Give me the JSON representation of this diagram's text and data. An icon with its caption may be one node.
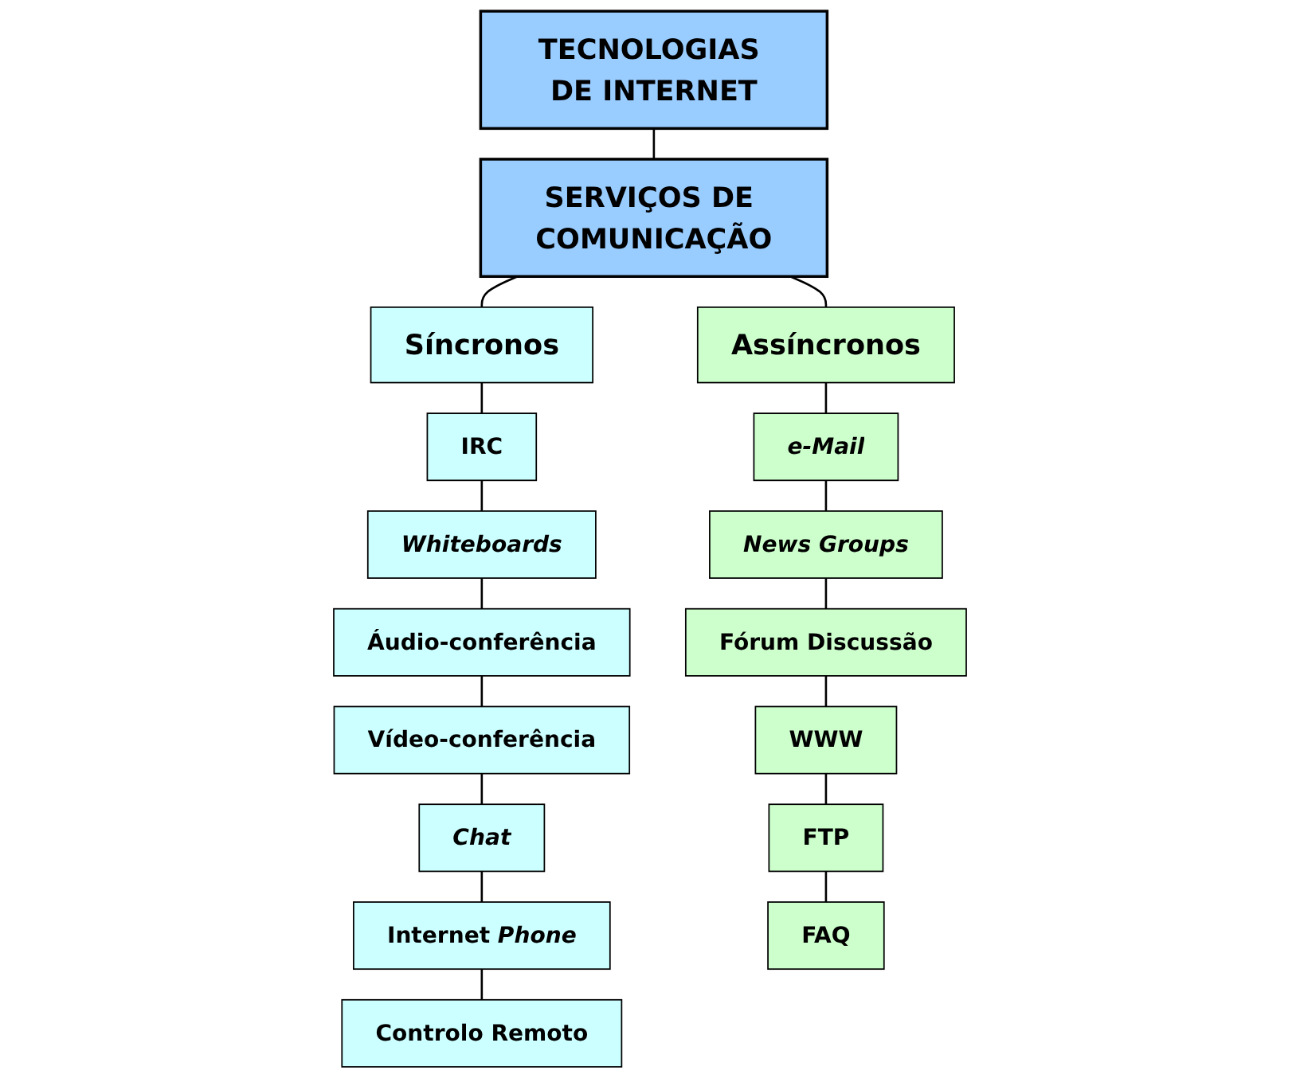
{
  "diagram": {
    "nodes": [
      {
        "text": [
          "TECNOLOGIAS DE INTERNET"
        ]
      },
      {
        "text": [
          "SERVIÇOS DE COMUNICAÇÃO"
        ]
      },
      {
        "text": [
          "Síncronos"
        ]
      },
      {
        "text": [
          "Assíncronos"
        ]
      },
      {
        "text": [
          "IRC"
        ]
      },
      {
        "text": [
          "Whiteboards"
        ]
      },
      {
        "text": [
          "Áudio-conferência"
        ]
      },
      {
        "text": [
          "Vídeo-conferência"
        ]
      },
      {
        "text": [
          "Chat"
        ]
      },
      {
        "text": [
          "Internet *Phone*"
        ]
      },
      {
        "text": [
          "Controlo Remoto"
        ]
      },
      {
        "text": [
          "e-Mail"
        ]
      },
      {
        "text": [
          "News Groups"
        ]
      },
      {
        "text": [
          "Fórum Discussão"
        ]
      },
      {
        "text": [
          "WWW"
        ]
      },
      {
        "text": [
          "FTP"
        ]
      },
      {
        "text": [
          "FAQ"
        ]
      }
    ],
    "edges": [
      {
        "from": 0,
        "to": 1,
        "arrow": "none"
      },
      {
        "from": 1,
        "to": 2,
        "arrow": "none"
      },
      {
        "from": 1,
        "to": 3,
        "arrow": "none"
      },
      {
        "from": 2,
        "to": 4,
        "arrow": "none"
      },
      {
        "from": 4,
        "to": 5,
        "arrow": "none"
      },
      {
        "from": 5,
        "to": 6,
        "arrow": "none"
      },
      {
        "from": 6,
        "to": 7,
        "arrow": "none"
      },
      {
        "from": 7,
        "to": 8,
        "arrow": "none"
      },
      {
        "from": 8,
        "to": 9,
        "arrow": "none"
      },
      {
        "from": 9,
        "to": 10,
        "arrow": "none"
      },
      {
        "from": 3,
        "to": 11,
        "arrow": "none"
      },
      {
        "from": 11,
        "to": 12,
        "arrow": "none"
      },
      {
        "from": 12,
        "to": 13,
        "arrow": "none"
      },
      {
        "from": 13,
        "to": 14,
        "arrow": "none"
      },
      {
        "from": 14,
        "to": 15,
        "arrow": "none"
      },
      {
        "from": 15,
        "to": 16,
        "arrow": "none"
      }
    ]
  }
}
